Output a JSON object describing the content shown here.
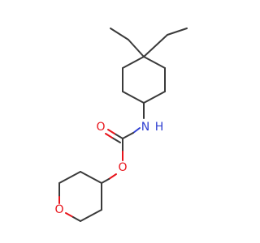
{
  "atoms": {
    "nitrogen": {
      "label": "N",
      "hydrogen": "H",
      "color": "#2f3fd1"
    },
    "carbonyl_oxygen": {
      "label": "O",
      "color": "#e8141b"
    },
    "ester_oxygen": {
      "label": "O",
      "color": "#e8141b"
    },
    "ring_oxygen": {
      "label": "O",
      "color": "#e8141b"
    }
  },
  "colors": {
    "carbon_bond": "#3a3a3a",
    "oxygen": "#e8141b",
    "nitrogen": "#2f3fd1"
  }
}
